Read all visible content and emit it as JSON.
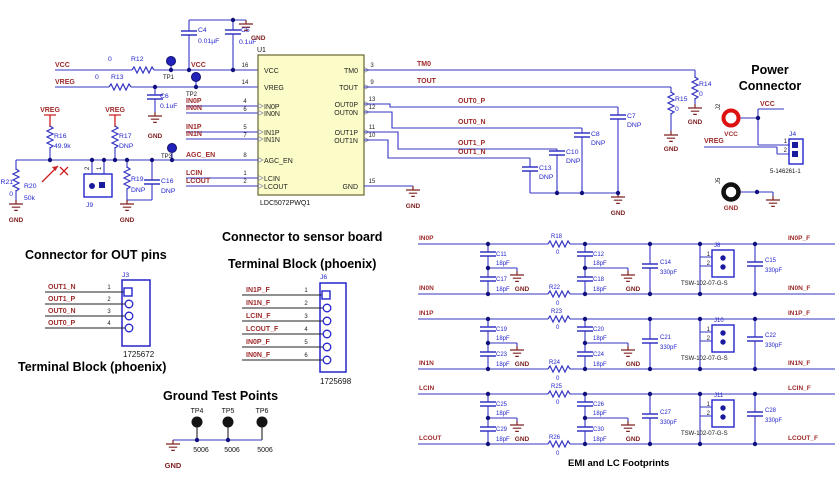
{
  "colors": {
    "wire": "#3535c3",
    "net_label": "#9e2a2a",
    "ground": "#7e2020",
    "component_label": "#2525cc",
    "ic_fill": "#fcfcc8",
    "connector_outline": "#2525cc",
    "power_vcc_ring": "#dd1111",
    "power_gnd_ring": "#111111"
  },
  "top": {
    "vcc_net": "VCC",
    "r12_val": "0",
    "r12": "R12",
    "vcc_net2": "VCC",
    "tp1": "TP1",
    "vreg_net": "VREG",
    "r13_val": "0",
    "r13": "R13",
    "tp2": "TP2",
    "c4": "C4",
    "c4_val": "0.01µF",
    "c5": "C5",
    "c5_val": "0.1uF",
    "gnd": "GND",
    "c6": "C6",
    "c6_val": "0.1uF",
    "c6_gnd": "GND"
  },
  "ic": {
    "ref": "U1",
    "part": "LDC5072PWQ1",
    "left_pins": [
      {
        "num": "16",
        "name": "VCC"
      },
      {
        "num": "14",
        "name": "VREG"
      },
      {
        "num": "4",
        "name": "IN0P"
      },
      {
        "num": "6",
        "name": "IN0N"
      },
      {
        "num": "5",
        "name": "IN1P"
      },
      {
        "num": "7",
        "name": "IN1N"
      },
      {
        "num": "8",
        "name": "AGC_EN"
      },
      {
        "num": "1",
        "name": "LCIN"
      },
      {
        "num": "2",
        "name": "LCOUT"
      }
    ],
    "right_pins": [
      {
        "num": "3",
        "name": "TM0"
      },
      {
        "num": "9",
        "name": "TOUT"
      },
      {
        "num": "13",
        "name": "OUT0P"
      },
      {
        "num": "12",
        "name": "OUT0N"
      },
      {
        "num": "11",
        "name": "OUT1P"
      },
      {
        "num": "10",
        "name": "OUT1N"
      },
      {
        "num": "15",
        "name": "GND"
      }
    ]
  },
  "left_nets": {
    "in0p": "IN0P",
    "in0n": "IN0N",
    "in1p": "IN1P",
    "in1n": "IN1N",
    "agc_en": "AGC_EN",
    "lcin": "LCIN",
    "lcout": "LCOUT"
  },
  "bias": {
    "vreg_a": "VREG",
    "r16": "R16",
    "r16_val": "49.9k",
    "r20": "R20",
    "r20_val": "50k",
    "r21": "R21",
    "r21_val": "0",
    "r21_gnd": "GND",
    "vreg_b": "VREG",
    "r17": "R17",
    "r17_val": "DNP",
    "j9": "J9",
    "j9_pin1": "1",
    "j9_pin2": "2",
    "r19": "R19",
    "r19_val": "DNP",
    "r19_gnd": "GND",
    "c16": "C16",
    "c16_val": "DNP",
    "tp3": "TP3"
  },
  "right": {
    "tm0": "TM0",
    "tout": "TOUT",
    "out0p": "OUT0_P",
    "out0n": "OUT0_N",
    "out1p": "OUT1_P",
    "out1n": "OUT1_N",
    "c7": "C7",
    "c8": "C8",
    "c10": "C10",
    "c13": "C13",
    "dnp": "DNP",
    "r14": "R14",
    "r14_val": "0",
    "r14_gnd": "GND",
    "r15": "R15",
    "r15_val": "0",
    "r15_gnd": "GND",
    "caps_gnd": "GND",
    "pin15_gnd": "GND"
  },
  "power": {
    "title_line1": "Power",
    "title_line2": "Connector",
    "j2": "J2",
    "j2_label": "VCC",
    "vcc_net": "VCC",
    "vreg_net": "VREG",
    "j4": "J4",
    "j4_pin1": "1",
    "j4_pin2": "2",
    "j4_part": "5-146261-1",
    "j5": "J5",
    "j5_label": "GND"
  },
  "out_connector": {
    "title": "Connector for OUT pins",
    "ref": "J3",
    "pins": [
      {
        "net": "OUT1_N",
        "num": "1"
      },
      {
        "net": "OUT1_P",
        "num": "2"
      },
      {
        "net": "OUT0_N",
        "num": "3"
      },
      {
        "net": "OUT0_P",
        "num": "4"
      }
    ],
    "part": "1725672",
    "subtitle": "Terminal Block (phoenix)"
  },
  "sensor_connector": {
    "title": "Connector to sensor board",
    "subtitle": "Terminal Block (phoenix)",
    "ref": "J6",
    "pins": [
      {
        "net": "IN1P_F",
        "num": "1"
      },
      {
        "net": "IN1N_F",
        "num": "2"
      },
      {
        "net": "LCIN_F",
        "num": "3"
      },
      {
        "net": "LCOUT_F",
        "num": "4"
      },
      {
        "net": "IN0P_F",
        "num": "5"
      },
      {
        "net": "IN0N_F",
        "num": "6"
      }
    ],
    "part": "1725698"
  },
  "ground_test": {
    "title": "Ground Test Points",
    "points": [
      {
        "ref": "TP4",
        "part": "5006"
      },
      {
        "ref": "TP5",
        "part": "5006"
      },
      {
        "ref": "TP6",
        "part": "5006"
      }
    ],
    "gnd": "GND"
  },
  "emi": {
    "caption": "EMI and LC Footprints",
    "gnd": "GND",
    "small_cap_val": "18pF",
    "big_cap_val": "330pF",
    "r_val": "0",
    "jumper_part": "TSW-102-07-G-S",
    "jpin1": "1",
    "jpin2": "2",
    "rows": [
      {
        "net_p": "IN0P",
        "net_n": "IN0N",
        "c_tl": "C11",
        "c_bl": "C17",
        "c_tr": "C12",
        "c_br": "C18",
        "r_p": "R18",
        "r_n": "R22",
        "c_mid": "C14",
        "jref": "J8",
        "c_out": "C15",
        "net_p_f": "IN0P_F",
        "net_n_f": "IN0N_F"
      },
      {
        "net_p": "IN1P",
        "net_n": "IN1N",
        "c_tl": "C19",
        "c_bl": "C23",
        "c_tr": "C20",
        "c_br": "C24",
        "r_p": "R23",
        "r_n": "R24",
        "c_mid": "C21",
        "jref": "J10",
        "c_out": "C22",
        "net_p_f": "IN1P_F",
        "net_n_f": "IN1N_F"
      },
      {
        "net_p": "LCIN",
        "net_n": "LCOUT",
        "c_tl": "C25",
        "c_bl": "C29",
        "c_tr": "C26",
        "c_br": "C30",
        "r_p": "R25",
        "r_n": "R26",
        "c_mid": "C27",
        "jref": "J11",
        "c_out": "C28",
        "net_p_f": "LCIN_F",
        "net_n_f": "LCOUT_F"
      }
    ]
  }
}
